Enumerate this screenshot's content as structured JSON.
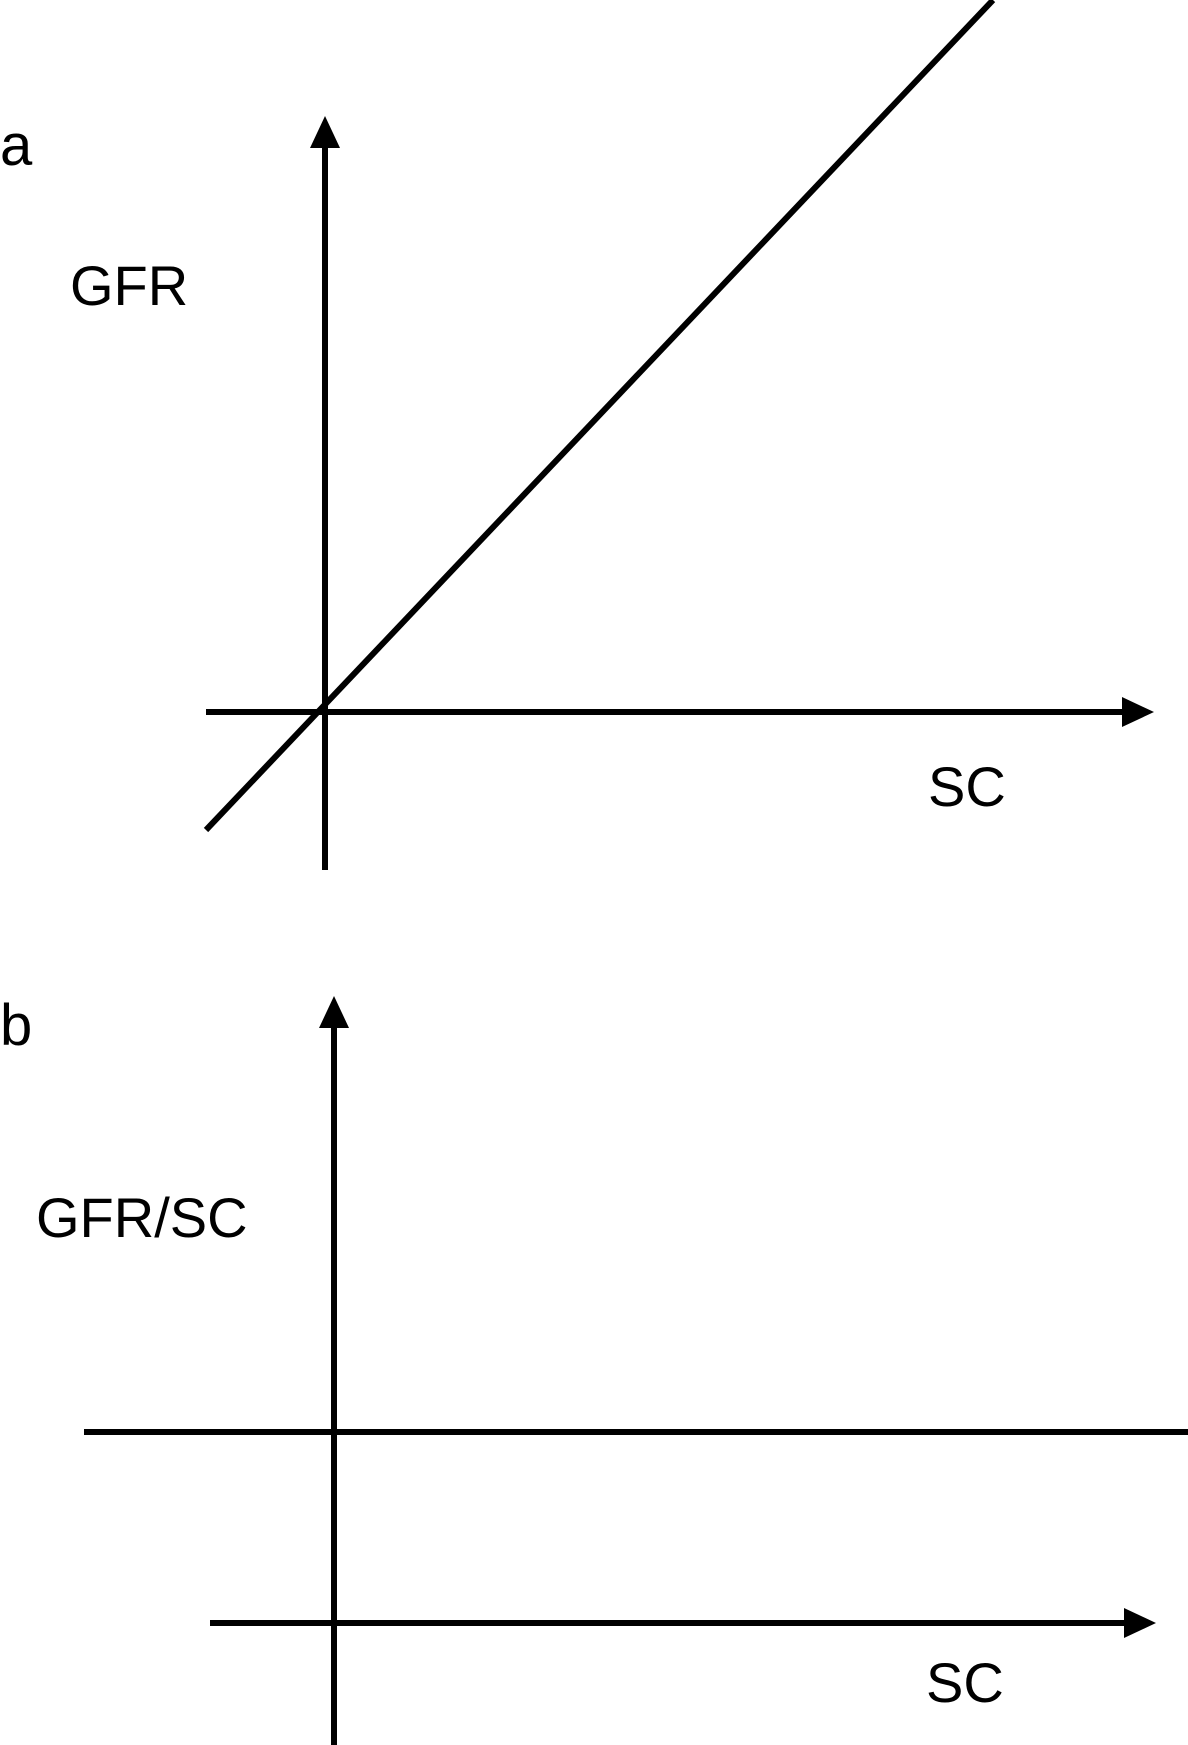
{
  "panels": [
    {
      "letter": "a",
      "y_label": "GFR",
      "x_label": "SC",
      "line_kind": "proportional"
    },
    {
      "letter": "b",
      "y_label": "GFR/SC",
      "x_label": "SC",
      "line_kind": "constant"
    }
  ],
  "colors": {
    "ink": "#000000",
    "background": "#ffffff"
  }
}
